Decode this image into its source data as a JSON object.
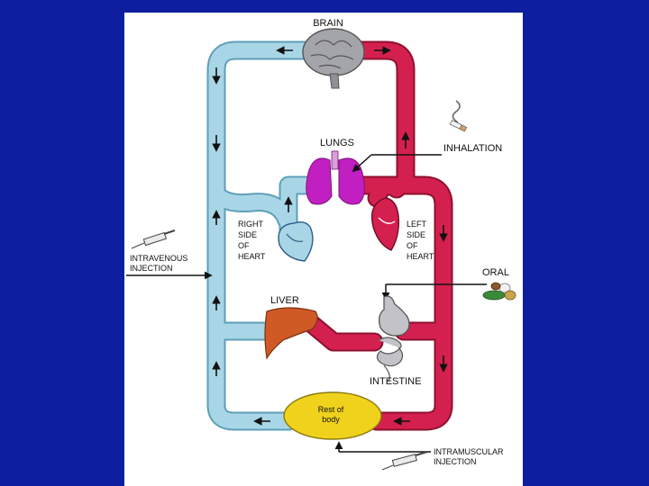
{
  "colors": {
    "background": "#0d1f9e",
    "panel": "#ffffff",
    "venous": "#a9d6e6",
    "venous_edge": "#5c9fb8",
    "arterial": "#d4204f",
    "arterial_edge": "#8e1030",
    "lungs": "#c21fc2",
    "liver": "#cf5a25",
    "body": "#f0d21d",
    "brain": "#a4a4ab",
    "stomach": "#c2c2c8"
  },
  "labels": {
    "brain": "BRAIN",
    "lungs": "LUNGS",
    "inhalation": "INHALATION",
    "right_heart": [
      "RIGHT",
      "SIDE",
      "OF",
      "HEART"
    ],
    "left_heart": [
      "LEFT",
      "SIDE",
      "OF",
      "HEART"
    ],
    "intravenous": [
      "INTRAVENOUS",
      "INJECTION"
    ],
    "oral": "ORAL",
    "liver": "LIVER",
    "intestine": "INTESTINE",
    "rest_of_body": [
      "Rest of",
      "body"
    ],
    "intramuscular": [
      "INTRAMUSCULAR",
      "INJECTION"
    ]
  },
  "icons": {
    "syringe": "syringe-icon",
    "cigarette": "cigarette-icon",
    "pills": "pills-icon",
    "brain": "brain-icon",
    "heart": "heart-icon"
  }
}
